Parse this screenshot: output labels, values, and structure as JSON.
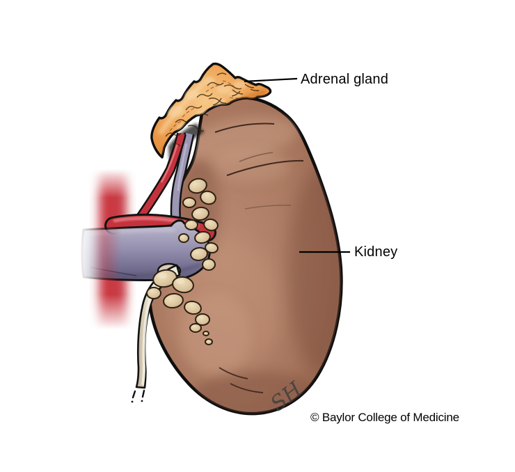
{
  "figure_labels": {
    "adrenal_gland": "Adrenal gland",
    "kidney": "Kidney"
  },
  "credit": "© Baylor College of Medicine",
  "artist_signature": "SH",
  "colors": {
    "background": "#ffffff",
    "outline": "#0e0e0e",
    "kidney_brown": "#a9775f",
    "kidney_highlight": "#c49a82",
    "adrenal_orange": "#efa355",
    "adrenal_highlight": "#f7d9a9",
    "artery_red": "#c4333d",
    "vein_lavender": "#9b96b3",
    "lymph_node_tan": "#d9c29b",
    "ureter_tan": "#d7ccb5",
    "label_text": "#000000"
  }
}
